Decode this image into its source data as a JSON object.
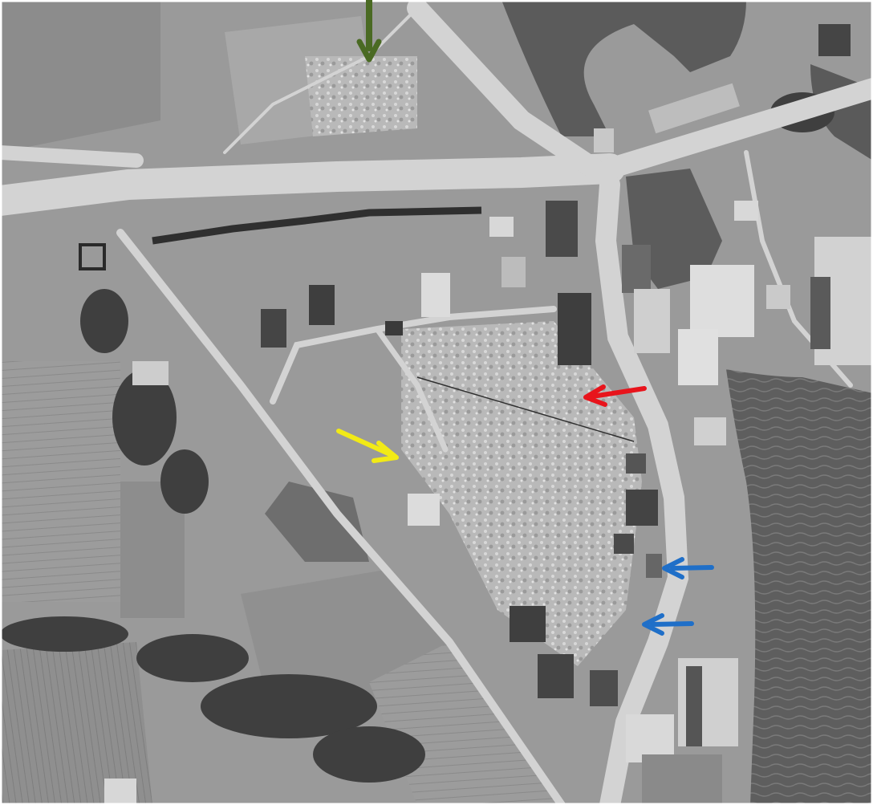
{
  "photo": {
    "kind": "black-and-white aerial photograph",
    "tones": {
      "water": "#595959",
      "water_light": "#6a6a6a",
      "field": "#9a9a9a",
      "field_dark": "#7a7a7a",
      "field_light": "#b2b2b2",
      "road": "#d2d2d2",
      "quarry": "#c2c2c2",
      "roof": "#4a4a4a",
      "roof_light": "#dcdcdc",
      "trees": "#3e3e3e",
      "border": "#ffffff"
    }
  },
  "markers": [
    {
      "name": "green-arrow",
      "color": "#4a6a23",
      "direction": "down"
    },
    {
      "name": "red-arrow",
      "color": "#e8141c",
      "direction": "left"
    },
    {
      "name": "yellow-arrow",
      "color": "#f2ea16",
      "direction": "down-right"
    },
    {
      "name": "blue-arrow-1",
      "color": "#1f6fc8",
      "direction": "left"
    },
    {
      "name": "blue-arrow-2",
      "color": "#1f6fc8",
      "direction": "left"
    }
  ]
}
